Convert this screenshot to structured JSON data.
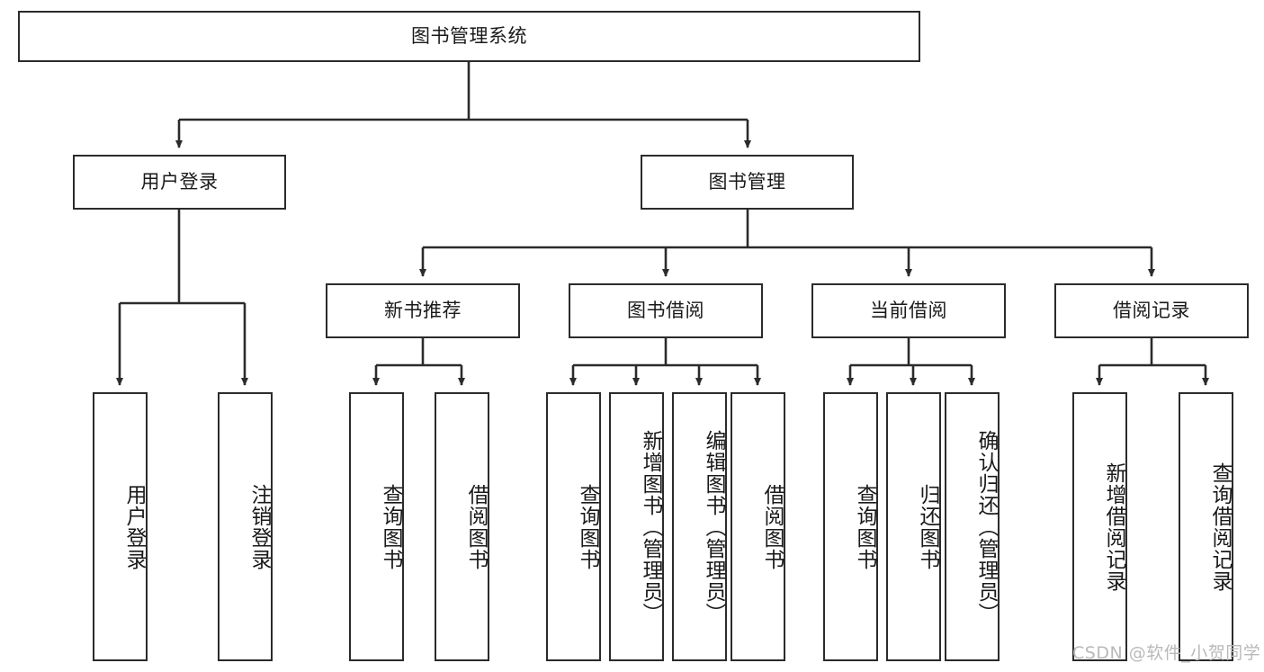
{
  "diagram": {
    "title": "图书管理系统",
    "watermark": "CSDN @软件_小贺同学",
    "root": {
      "label": "图书管理系统"
    },
    "level2": [
      {
        "label": "用户登录"
      },
      {
        "label": "图书管理"
      }
    ],
    "level3": [
      {
        "label": "新书推荐"
      },
      {
        "label": "图书借阅"
      },
      {
        "label": "当前借阅"
      },
      {
        "label": "借阅记录"
      }
    ],
    "leaves": {
      "user_login": [
        {
          "label": "用户登录"
        },
        {
          "label": "注销登录"
        }
      ],
      "new_book_recommend": [
        {
          "label": "查询图书"
        },
        {
          "label": "借阅图书"
        }
      ],
      "book_borrow": [
        {
          "label": "查询图书"
        },
        {
          "label": "新增图书（管理员）"
        },
        {
          "label": "编辑图书（管理员）"
        },
        {
          "label": "借阅图书"
        }
      ],
      "current_borrow": [
        {
          "label": "查询图书"
        },
        {
          "label": "归还图书"
        },
        {
          "label": "确认归还（管理员）"
        }
      ],
      "borrow_record": [
        {
          "label": "新增借阅记录"
        },
        {
          "label": "查询借阅记录"
        }
      ]
    },
    "colors": {
      "stroke": "#2b2b2b",
      "background": "#ffffff",
      "text": "#1a1a1a",
      "watermark": "#b9b9b9"
    }
  }
}
